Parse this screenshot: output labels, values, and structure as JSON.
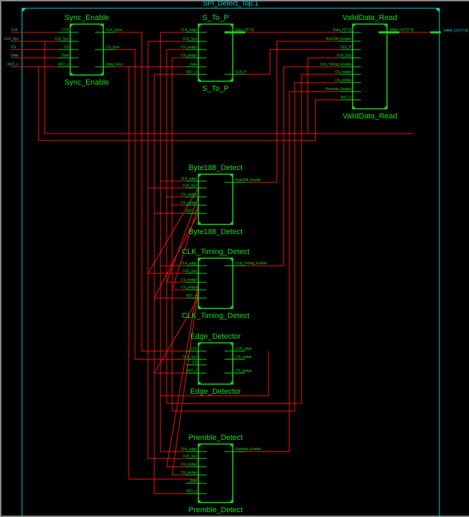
{
  "top_module": {
    "title": "SPI_Detect_Top:1",
    "inputs": [
      "CLK",
      "CLK_Sys",
      "CS",
      "Data",
      "RST_n"
    ],
    "outputs": [
      "RAM_OUT[7:0]"
    ]
  },
  "colors": {
    "wire": "#ff1010",
    "block": "#10e010",
    "top_border": "#00d8d8",
    "background": "#000000"
  },
  "blocks": [
    {
      "id": "sync_enable",
      "name": "Sync_Enable",
      "inputs": [
        "CLK",
        "CLK_Sys",
        "CS",
        "Data",
        "RST_n"
      ],
      "outputs": [
        "CLK_Sync",
        "CS_Sync",
        "Data_Sync"
      ]
    },
    {
      "id": "s_to_p",
      "name": "S_To_P",
      "inputs": [
        "CLK_edge",
        "CLK_Sys",
        "CS_nedge",
        "CS_pedge",
        "Data",
        "RST_n"
      ],
      "outputs": [
        "Data_P[7:0]",
        "CLK_P"
      ]
    },
    {
      "id": "validdata_read",
      "name": "ValidData_Read",
      "inputs": [
        "Data_P[7:0]",
        "Byte188_Enable",
        "CLK_P",
        "CLK_Sys",
        "CLK_Timing_Enable",
        "CS_nedge",
        "CS_pedge",
        "Premble_Enable",
        "RST_n"
      ],
      "outputs": [
        "RAM_OUT[7:0]"
      ]
    },
    {
      "id": "byte188_detect",
      "name": "Byte188_Detect",
      "inputs": [
        "CLK_edge",
        "CLK_Sys",
        "CS_nedge",
        "CS_pedge",
        "RST_n"
      ],
      "outputs": [
        "Byte188_Enable"
      ]
    },
    {
      "id": "clk_timing_detect",
      "name": "CLK_Timing_Detect",
      "inputs": [
        "CLK_edge",
        "CLK_Sys",
        "CS_nedge",
        "CS_pedge",
        "RST_n"
      ],
      "outputs": [
        "CLK_Timing_Enable"
      ]
    },
    {
      "id": "edge_detector",
      "name": "Edge_Detector",
      "inputs": [
        "CLK",
        "CLK_Sys",
        "CS",
        "RST_n"
      ],
      "outputs": [
        "CLK_edge",
        "CS_nedge",
        "CS_pedge"
      ]
    },
    {
      "id": "premble_detect",
      "name": "Premble_Detect",
      "inputs": [
        "CLK_edge",
        "CLK_Sys",
        "CS_nedge",
        "CS_pedge",
        "Data",
        "RST_n"
      ],
      "outputs": [
        "Premble_Enable"
      ]
    }
  ]
}
